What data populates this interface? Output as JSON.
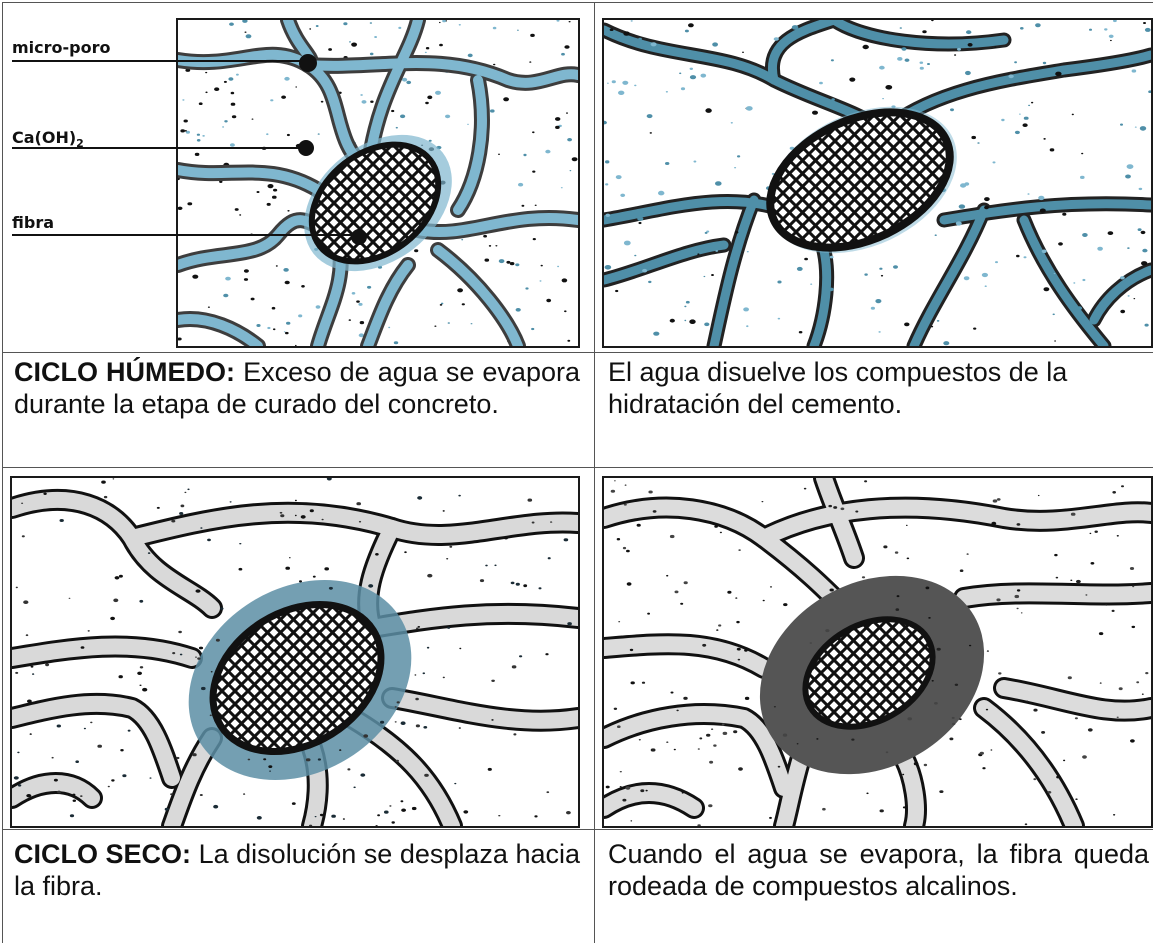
{
  "labels": {
    "micro_poro": "micro-poro",
    "caoh2": "Ca(OH)",
    "caoh2_sub": "2",
    "fibra": "fibra"
  },
  "captions": {
    "humedo_title": "CICLO HÚMEDO:",
    "humedo_text": "Exceso de agua se evapora durante la etapa de curado del concreto.",
    "disuelve_text": "El agua disuelve los compuestos de la hidratación del cemento.",
    "seco_title": "CICLO SECO:",
    "seco_text": "La disolución se desplaza hacia la fibra.",
    "evapora_text": "Cuando el agua se evapora, la fibra queda rodeada de compuestos alcalinos."
  },
  "colors": {
    "water": "#7fb7cf",
    "water_dark": "#4f8fa8",
    "ink": "#111111",
    "gray_fill": "#cfcfcf",
    "dark_gray": "#555555"
  }
}
